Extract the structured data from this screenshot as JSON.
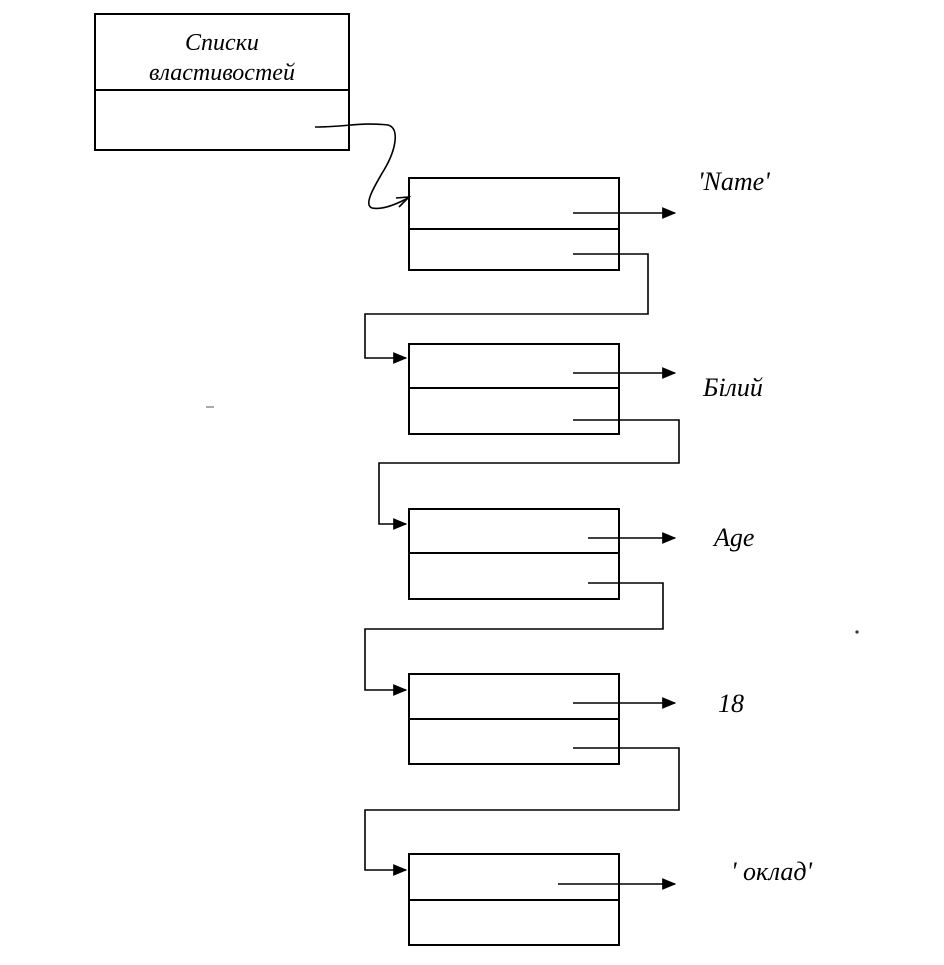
{
  "header_box": {
    "title_line1": "Списки",
    "title_line2": "властивостей"
  },
  "cells": [
    {
      "value": "'Name'"
    },
    {
      "value": "Білий"
    },
    {
      "value": "Age"
    },
    {
      "value": "18"
    },
    {
      "value": "' оклад'"
    }
  ],
  "colors": {
    "line": "#000000",
    "background": "#ffffff"
  }
}
